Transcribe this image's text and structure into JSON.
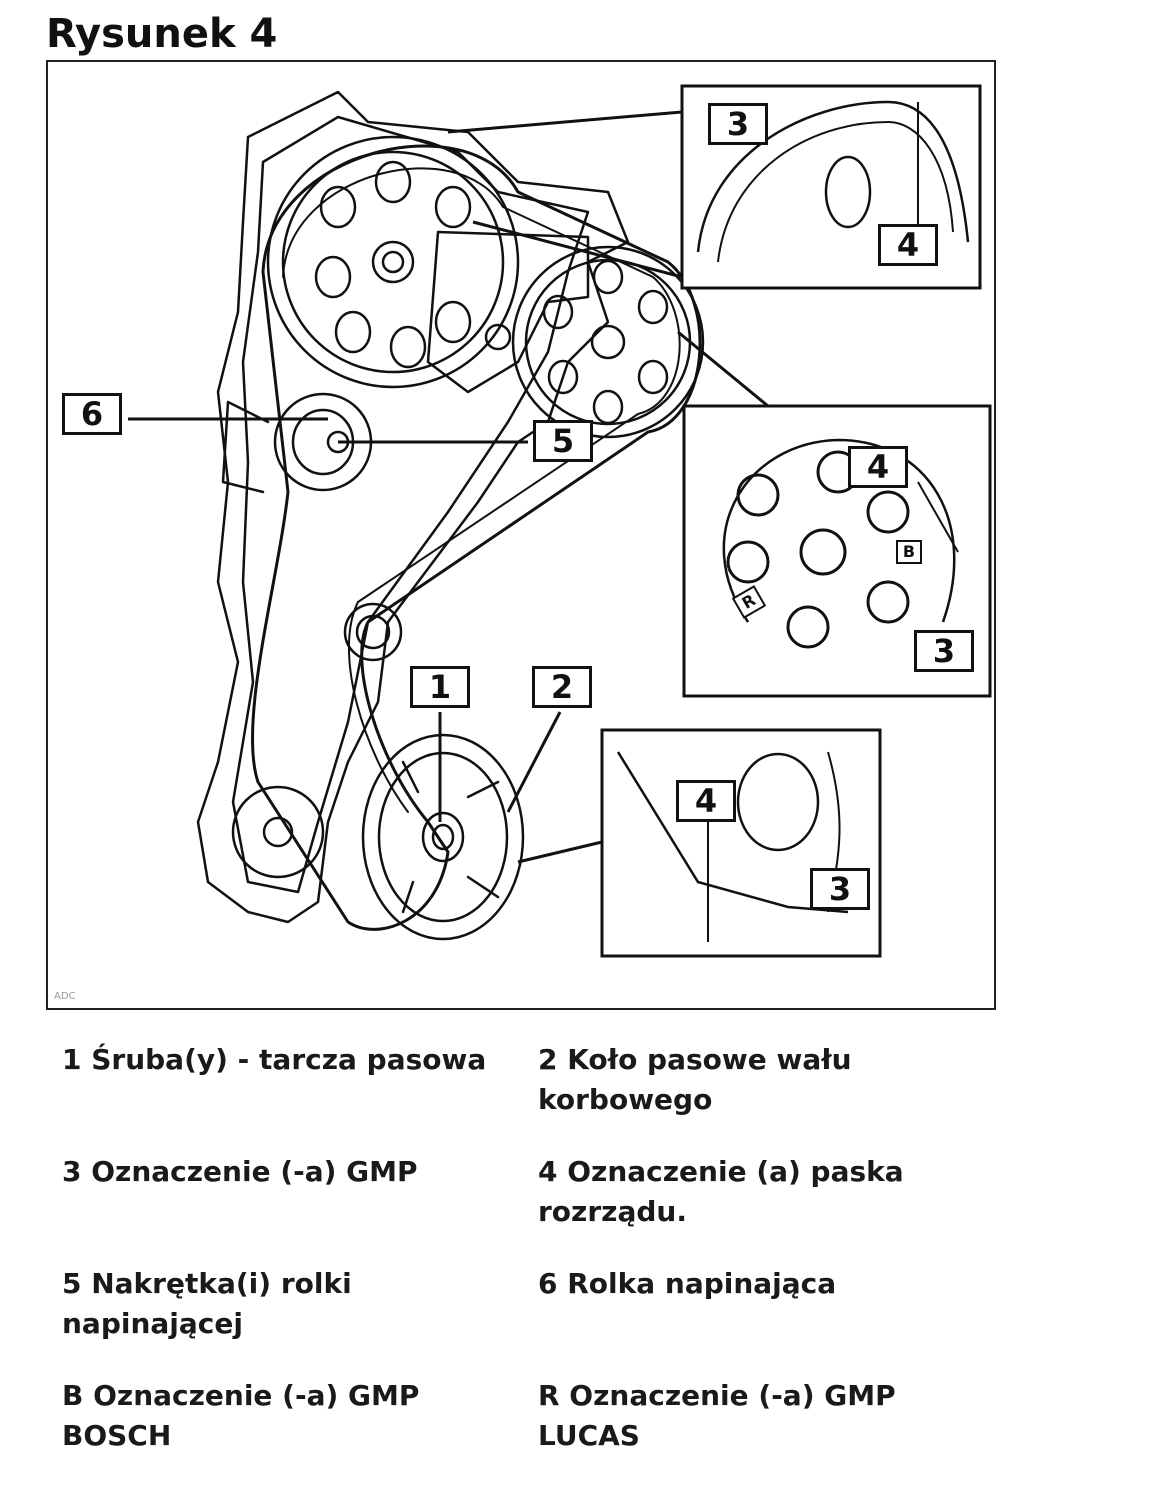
{
  "title": "Rysunek 4",
  "watermark": "ADC",
  "callouts": {
    "c1": "1",
    "c2": "2",
    "c3_top": "3",
    "c4_top": "4",
    "c4_mid": "4",
    "c3_mid": "3",
    "c5": "5",
    "c6": "6",
    "c4_bot": "4",
    "c3_bot": "3",
    "mark_b": "B",
    "mark_r": "R"
  },
  "legend": [
    {
      "text": "1 Śruba(y) - tarcza pasowa"
    },
    {
      "text": "2 Koło pasowe wału korbowego"
    },
    {
      "text": "3 Oznaczenie (-a) GMP"
    },
    {
      "text": "4 Oznaczenie (a) paska rozrządu."
    },
    {
      "text": "5 Nakrętka(i) rolki napinającej"
    },
    {
      "text": "6 Rolka napinająca"
    },
    {
      "text": "B Oznaczenie (-a) GMP BOSCH"
    },
    {
      "text": "R Oznaczenie (-a) GMP LUCAS"
    }
  ]
}
